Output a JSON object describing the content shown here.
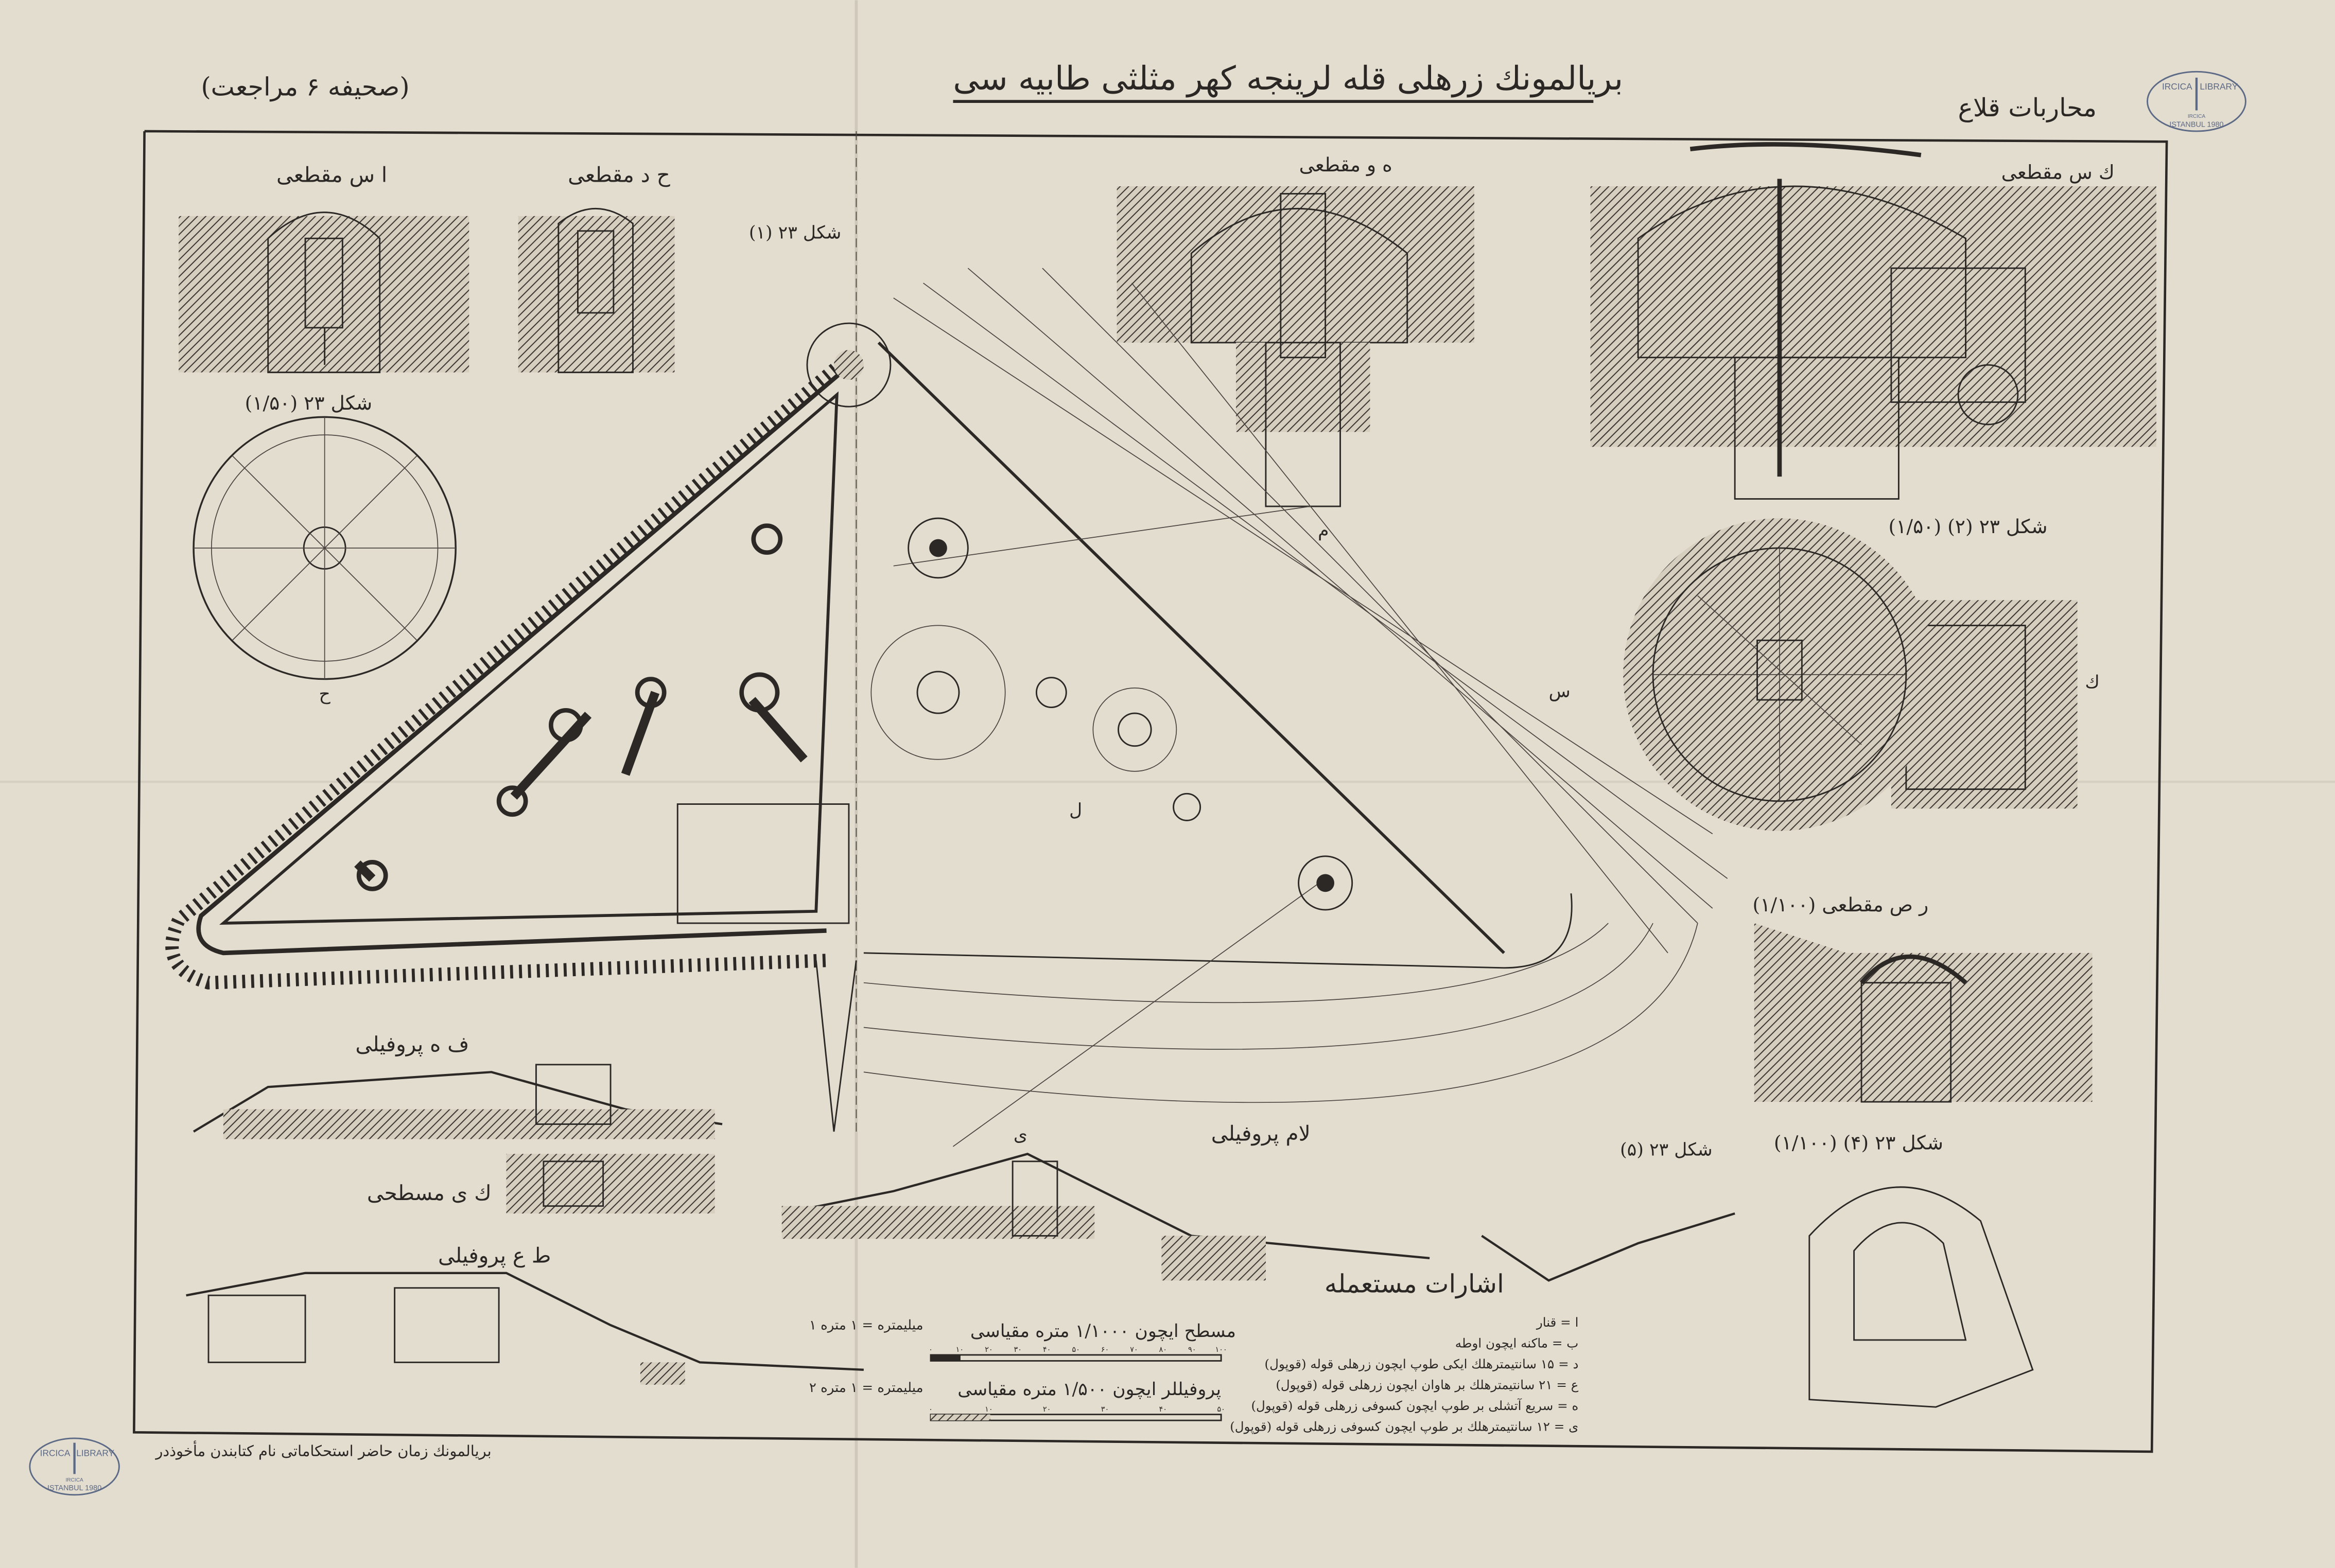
{
  "header": {
    "title": "بریالمونك زرهلی قله لرینجه کهر مثلثی طابیه سی",
    "page_ref": "(صحیفه ۶ مراجعت)",
    "series": "محاربات قلاع"
  },
  "stamps": {
    "top": {
      "line1": "IRCICA",
      "line2": "LIBRARY",
      "line3": "ISTANBUL 1980",
      "inner": "IRCICA"
    },
    "bottom": {
      "line1": "IRCICA",
      "line2": "LIBRARY",
      "line3": "ISTANBUL 1980",
      "inner": "IRCICA"
    }
  },
  "figures": {
    "sec_as": "ا س مقطعی",
    "sec_hd": "ح د مقطعی",
    "fig_23_1": "شکل ۲۳ (۱)",
    "fig_23_3": "شکل ۲۳ (۱/۵۰)",
    "sec_hw": "ه و مقطعی",
    "sec_ks": "ك س مقطعی",
    "fig_23_2": "شکل ۲۳ (۲) (۱/۵۰)",
    "sec_rs": "ر ص مقطعی (۱/۱۰۰)",
    "fig_23_4": "شکل ۲۳ (۴) (۱/۱۰۰)",
    "fig_23_5": "شکل ۲۳ (۵)",
    "prof_fh": "ف ه پروفیلی",
    "plan_ky": "ك ی مسطحی",
    "prof_ta": "ط ع پروفیلی",
    "prof_lm": "لام پروفیلی",
    "letter_s": "س",
    "letter_k": "ك",
    "letter_h": "ح",
    "letter_l": "ل",
    "letter_m": "م",
    "letter_y": "ی"
  },
  "legend": {
    "title": "اشارات مستعمله",
    "items": [
      "ا = قنار",
      "ب = ماکنه ایچون اوطه",
      "د = ۱۵ سانتیمترهلك ایکی طوپ ایچون زرهلی قوله (قوپول)",
      "ع = ۲۱ سانتیمترهلك بر هاوان ایچون زرهلی قوله (قوپول)",
      "ه = سریع آتشلی بر طوپ ایچون کسوفی زرهلی قوله (قوپول)",
      "ی = ۱۲ سانتیمترهلك بر طوپ ایچون کسوفی زرهلی قوله (قوپول)"
    ]
  },
  "scales": {
    "plan_label": "مسطح ایچون ۱/۱۰۰۰ متره مقیاسی",
    "plan_note": "۱ میلیمتره = ۱ متره",
    "plan_ticks": [
      "۰",
      "۱۰",
      "۲۰",
      "۳۰",
      "۴۰",
      "۵۰",
      "۶۰",
      "۷۰",
      "۸۰",
      "۹۰",
      "۱۰۰"
    ],
    "profile_label": "پروفیللر ایچون ۱/۵۰۰ متره مقیاسی",
    "profile_note": "۲ میلیمتره = ۱ متره",
    "profile_ticks": [
      "۰",
      "۱۰",
      "۲۰",
      "۳۰",
      "۴۰",
      "۵۰"
    ]
  },
  "footer": {
    "source_note": "بریالمونك زمان حاضر استحکاماتی نام کتابندن مأخوذدر"
  },
  "colors": {
    "paper": "#e3ddd0",
    "ink": "#2b2825",
    "stamp": "#5d6a86"
  }
}
